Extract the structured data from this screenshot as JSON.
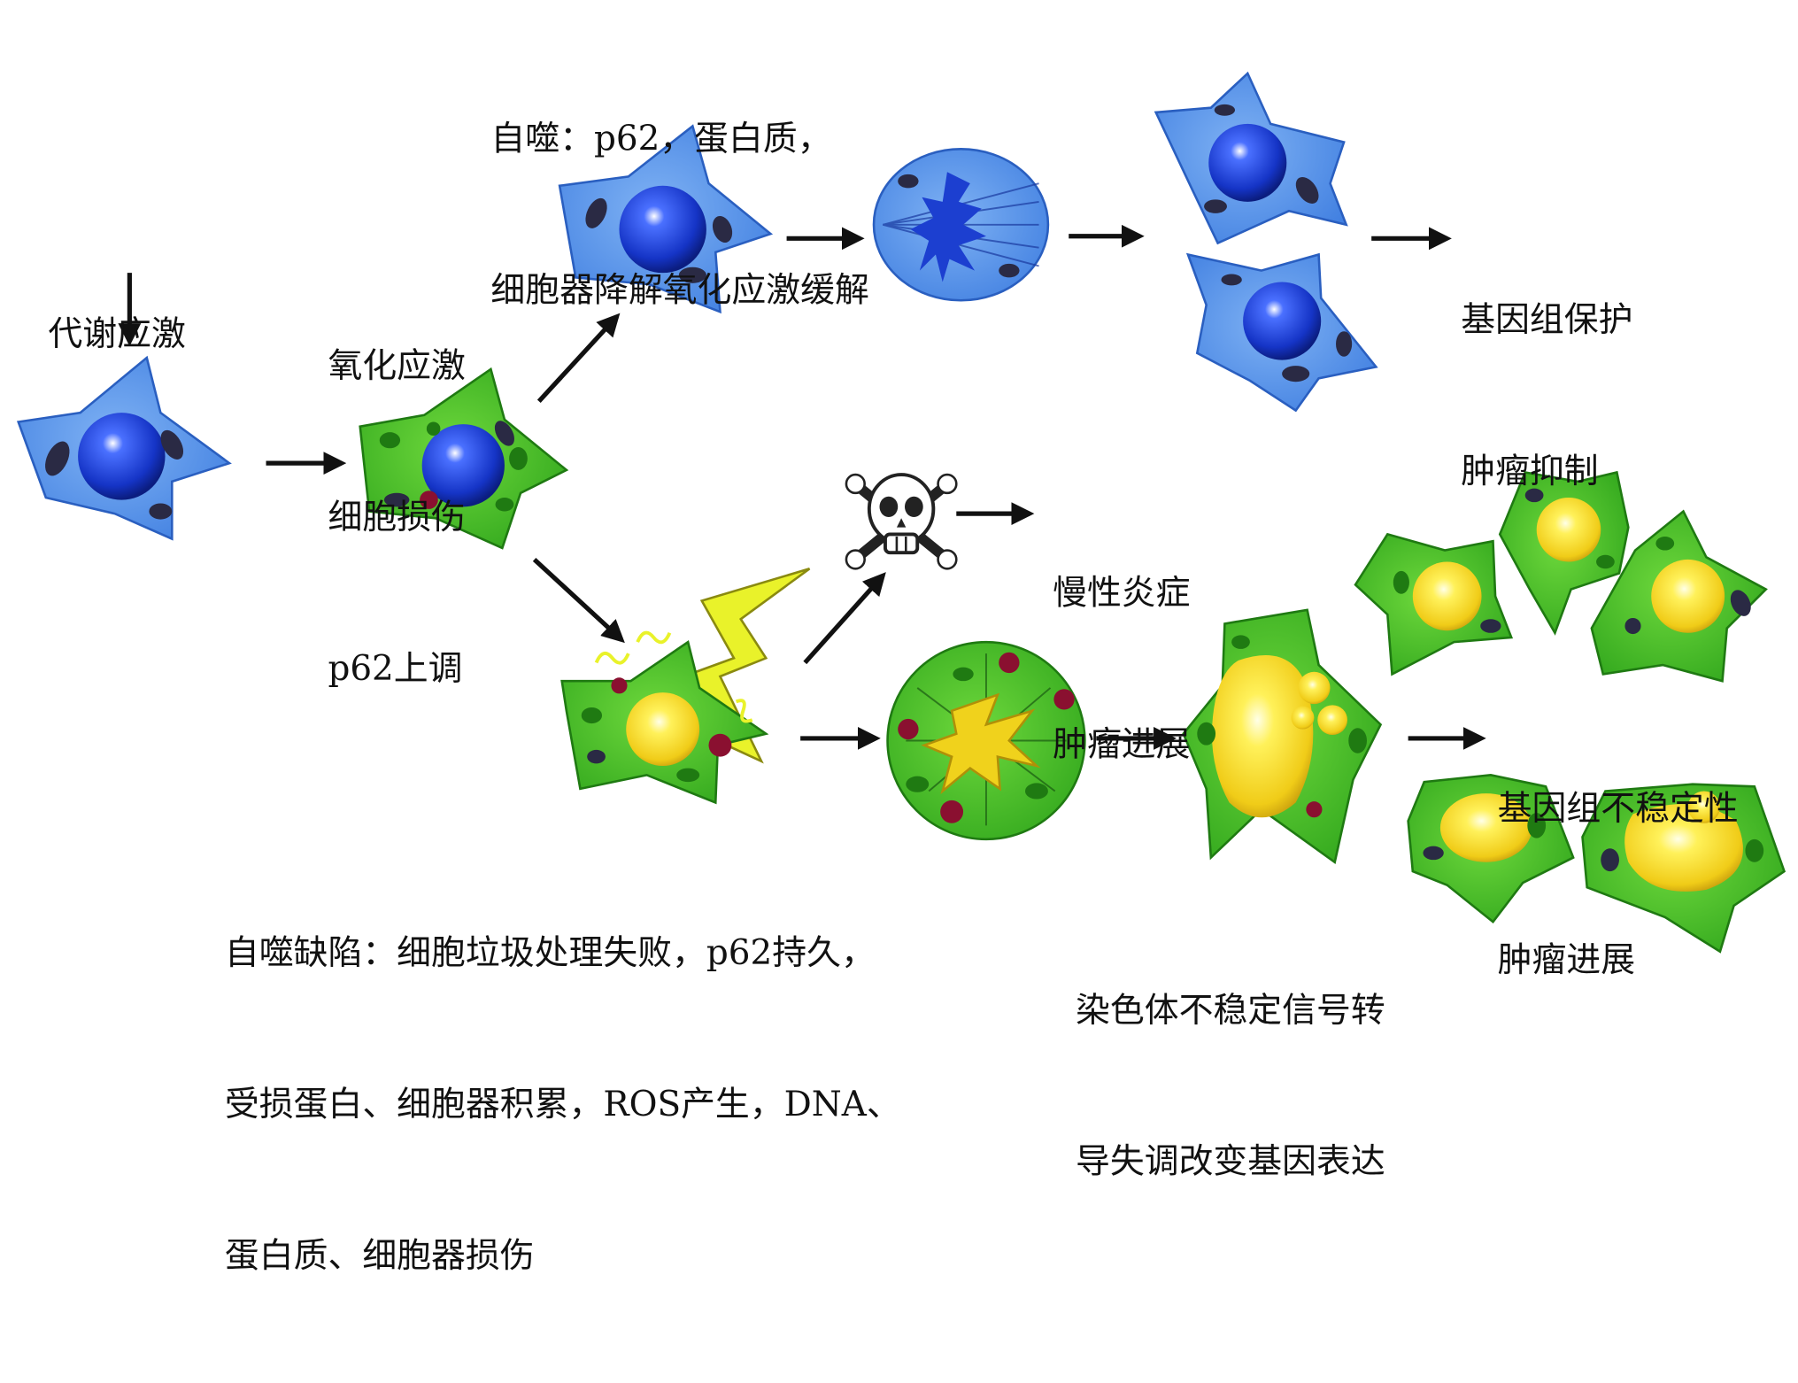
{
  "labels": {
    "metabolic_stress": "代谢应激",
    "oxidative": [
      "氧化应激",
      "细胞损伤",
      "p62上调"
    ],
    "autophagy": [
      "自噬：p62，蛋白质，",
      "细胞器降解氧化应激缓解"
    ],
    "genome_protect": [
      "基因组保护",
      "肿瘤抑制"
    ],
    "inflammation": [
      "慢性炎症",
      "肿瘤进展"
    ],
    "genome_instability": [
      "基因组不稳定性",
      "肿瘤进展"
    ],
    "autophagy_defect": [
      "自噬缺陷：细胞垃圾处理失败，p62持久，",
      "受损蛋白、细胞器积累，ROS产生，DNA、",
      "蛋白质、细胞器损伤"
    ],
    "chromosome": [
      "染色体不稳定信号转",
      "导失调改变基因表达"
    ]
  },
  "colors": {
    "healthy_cell": "#4f8fe6",
    "healthy_nucleus": "#1c3fd0",
    "stressed_cell": "#3dbb24",
    "stressed_nucleus": "#f0d21c",
    "lightning": "#e9f22a",
    "organelle_dark": "#2a2a44",
    "organelle_red": "#8a1030"
  },
  "icons": [
    "skull-crossbones-icon",
    "lightning-icon"
  ]
}
